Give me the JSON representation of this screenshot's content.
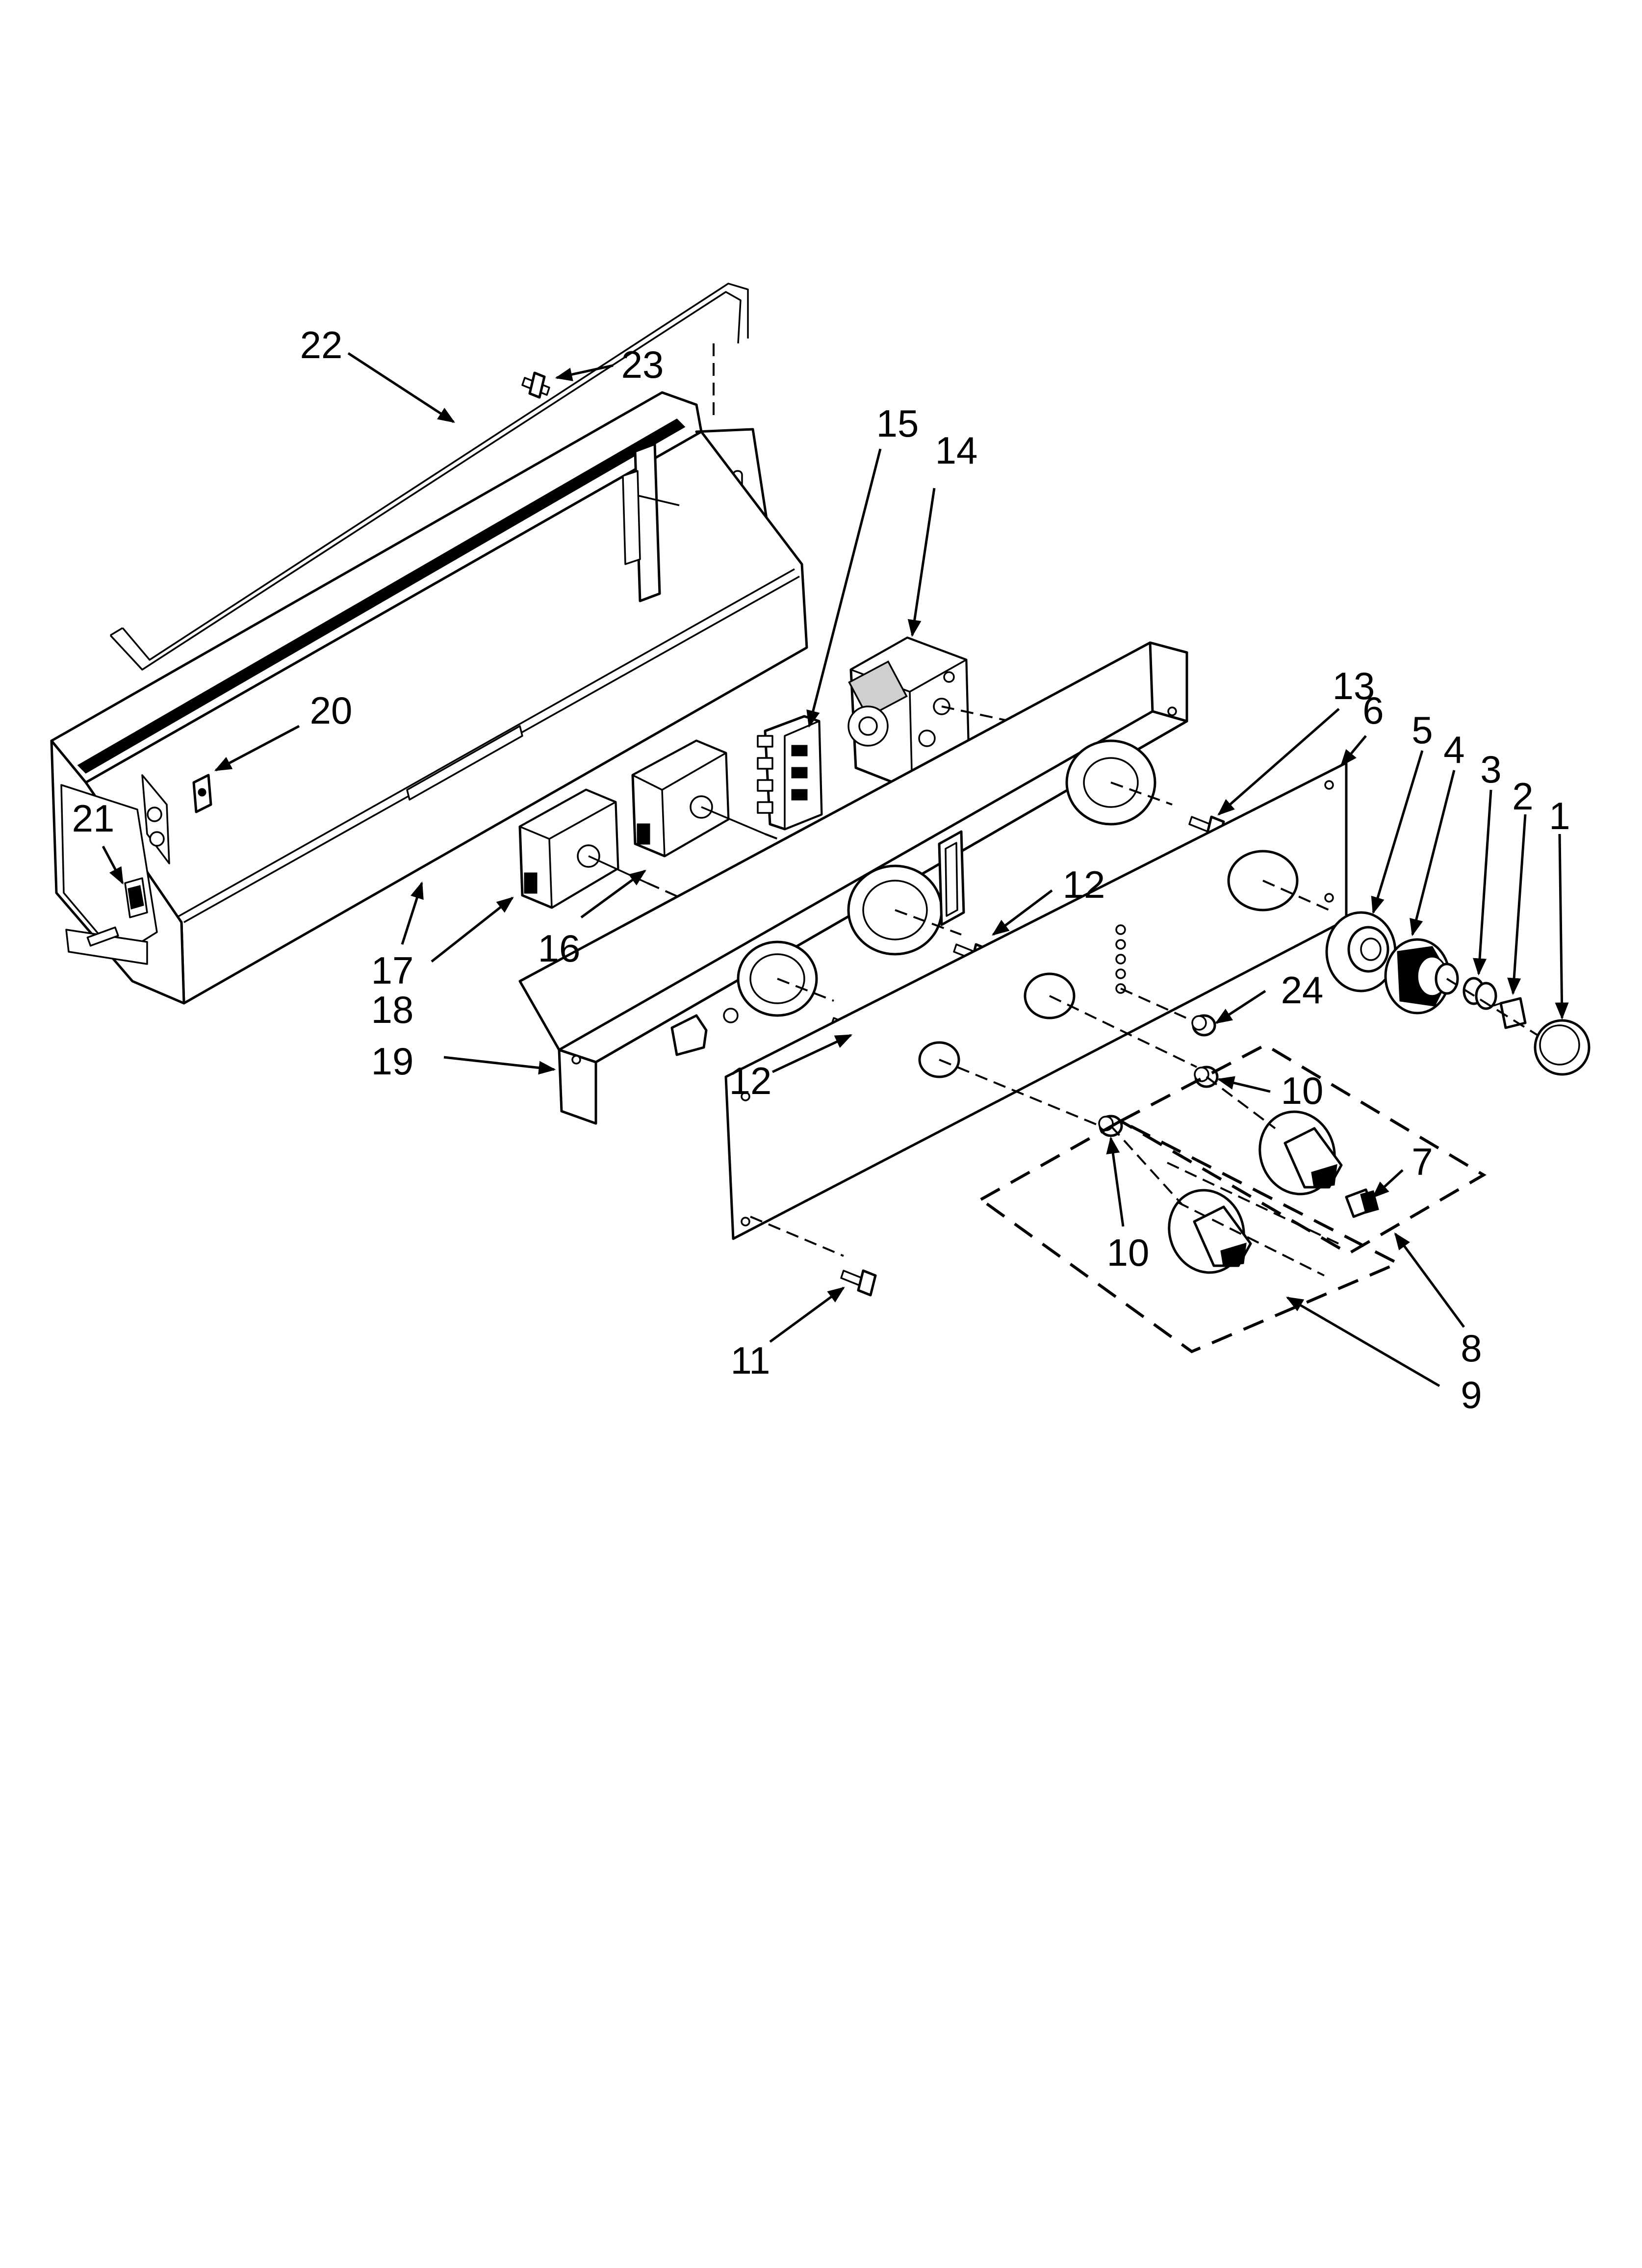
{
  "callouts": [
    {
      "id": "c1",
      "text": "1"
    },
    {
      "id": "c2",
      "text": "2"
    },
    {
      "id": "c3",
      "text": "3"
    },
    {
      "id": "c4",
      "text": "4"
    },
    {
      "id": "c5",
      "text": "5"
    },
    {
      "id": "c6",
      "text": "6"
    },
    {
      "id": "c7",
      "text": "7"
    },
    {
      "id": "c8",
      "text": "8"
    },
    {
      "id": "c9",
      "text": "9"
    },
    {
      "id": "c10a",
      "text": "10"
    },
    {
      "id": "c10b",
      "text": "10"
    },
    {
      "id": "c11",
      "text": "11"
    },
    {
      "id": "c12a",
      "text": "12"
    },
    {
      "id": "c12b",
      "text": "12"
    },
    {
      "id": "c13",
      "text": "13"
    },
    {
      "id": "c14",
      "text": "14"
    },
    {
      "id": "c15",
      "text": "15"
    },
    {
      "id": "c16",
      "text": "16"
    },
    {
      "id": "c17",
      "text": "17"
    },
    {
      "id": "c18",
      "text": "18"
    },
    {
      "id": "c19",
      "text": "19"
    },
    {
      "id": "c20",
      "text": "20"
    },
    {
      "id": "c21",
      "text": "21"
    },
    {
      "id": "c22",
      "text": "22"
    },
    {
      "id": "c23",
      "text": "23"
    },
    {
      "id": "c24",
      "text": "24"
    }
  ],
  "colors": {
    "line": "#000000",
    "background": "#ffffff"
  }
}
